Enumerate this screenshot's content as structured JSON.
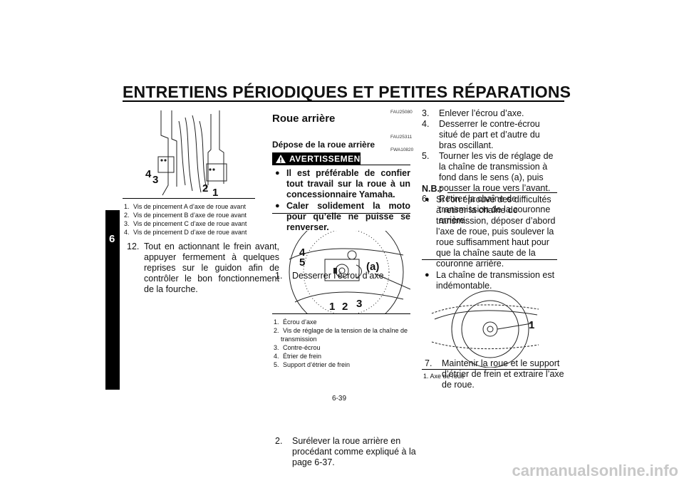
{
  "header": {
    "title": "ENTRETIENS PÉRIODIQUES ET PETITES RÉPARATIONS",
    "chapter": "6"
  },
  "left": {
    "figure_labels": [
      "4",
      "3",
      "2",
      "1"
    ],
    "captions": [
      {
        "n": "1.",
        "text": "Vis de pincement A d’axe de roue avant"
      },
      {
        "n": "2.",
        "text": "Vis de pincement B d’axe de roue avant"
      },
      {
        "n": "3.",
        "text": "Vis de pincement C d’axe de roue avant"
      },
      {
        "n": "4.",
        "text": "Vis de pincement D d’axe de roue avant"
      }
    ],
    "step12_num": "12.",
    "step12_text": "Tout en actionnant le frein avant, appuyer fermement à quelques reprises sur le guidon afin de contrôler le bon fonctionnement de la fourche."
  },
  "middle": {
    "code1": "FAU25080",
    "section_title": "Roue arrière",
    "code2": "FAU25311",
    "subsection_title": "Dépose de la roue arrière",
    "code3": "FWA10820",
    "warning_label": "AVERTISSEMENT",
    "warnings": [
      "Il est préférable de confier tout travail sur la roue à un concessionnaire Yamaha.",
      "Caler solidement la moto pour qu’elle ne puisse se renverser."
    ],
    "step1_num": "1.",
    "step1_text": "Desserrer l’écrou d’axe.",
    "figure_labels": [
      "4",
      "5",
      "(a)",
      "1",
      "2",
      "3"
    ],
    "captions": [
      {
        "n": "1.",
        "text": "Écrou d’axe"
      },
      {
        "n": "2.",
        "text": "Vis de réglage de la tension de la chaîne de transmission"
      },
      {
        "n": "3.",
        "text": "Contre-écrou"
      },
      {
        "n": "4.",
        "text": "Étrier de frein"
      },
      {
        "n": "5.",
        "text": "Support d’étrier de frein"
      }
    ],
    "step2_num": "2.",
    "step2_text": "Surélever la roue arrière en procédant comme expliqué à la page 6-37."
  },
  "right": {
    "steps": [
      {
        "n": "3.",
        "text": "Enlever l’écrou d’axe."
      },
      {
        "n": "4.",
        "text": "Desserrer le contre-écrou situé de part et d’autre du bras oscillant."
      },
      {
        "n": "5.",
        "text": "Tourner les vis de réglage de la chaîne de transmission à fond dans le sens (a), puis pousser la roue vers l’avant."
      },
      {
        "n": "6.",
        "text": "Retirer la chaîne de transmission de la couronne arrière."
      }
    ],
    "nb_label": "N.B.:",
    "nb_items": [
      "Si l’on éprouve des difficultés à retirer la chaîne de transmission, déposer d’abord l’axe de roue, puis soulever la roue suffisamment haut pour que la chaîne saute de la couronne arrière.",
      "La chaîne de transmission est indémontable."
    ],
    "step7_num": "7.",
    "step7_text": "Maintenir la roue et le support d’étrier de frein et extraire l’axe de roue.",
    "figure_label": "1",
    "caption_n": "1.",
    "caption_text": "Axe de roue"
  },
  "footer": {
    "page_number": "6-39",
    "watermark": "carmanualsonline.info"
  }
}
